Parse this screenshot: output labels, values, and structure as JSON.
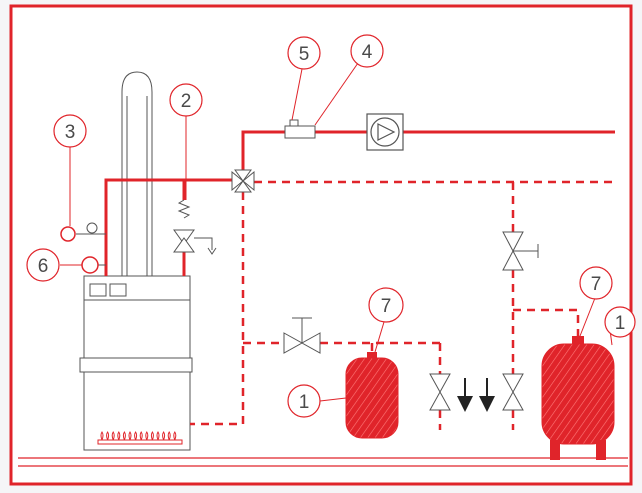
{
  "colors": {
    "pipe": "#e0242a",
    "outline": "#555555",
    "label_circle": "#e0242a",
    "background": "#f5f5f7",
    "panel": "#ffffff"
  },
  "labels": {
    "safety_valve": "2",
    "thermometer": "3",
    "sensor": "4",
    "sensor_head": "5",
    "pressure_gauge": "6",
    "expansion_vessel": "1",
    "vessel_valve": "7"
  },
  "icons": [
    "boiler",
    "chimney",
    "burner",
    "pump-icon",
    "three-way-valve-icon",
    "gate-valve-icon",
    "check-arrow-icon",
    "expansion-vessel-icon"
  ]
}
